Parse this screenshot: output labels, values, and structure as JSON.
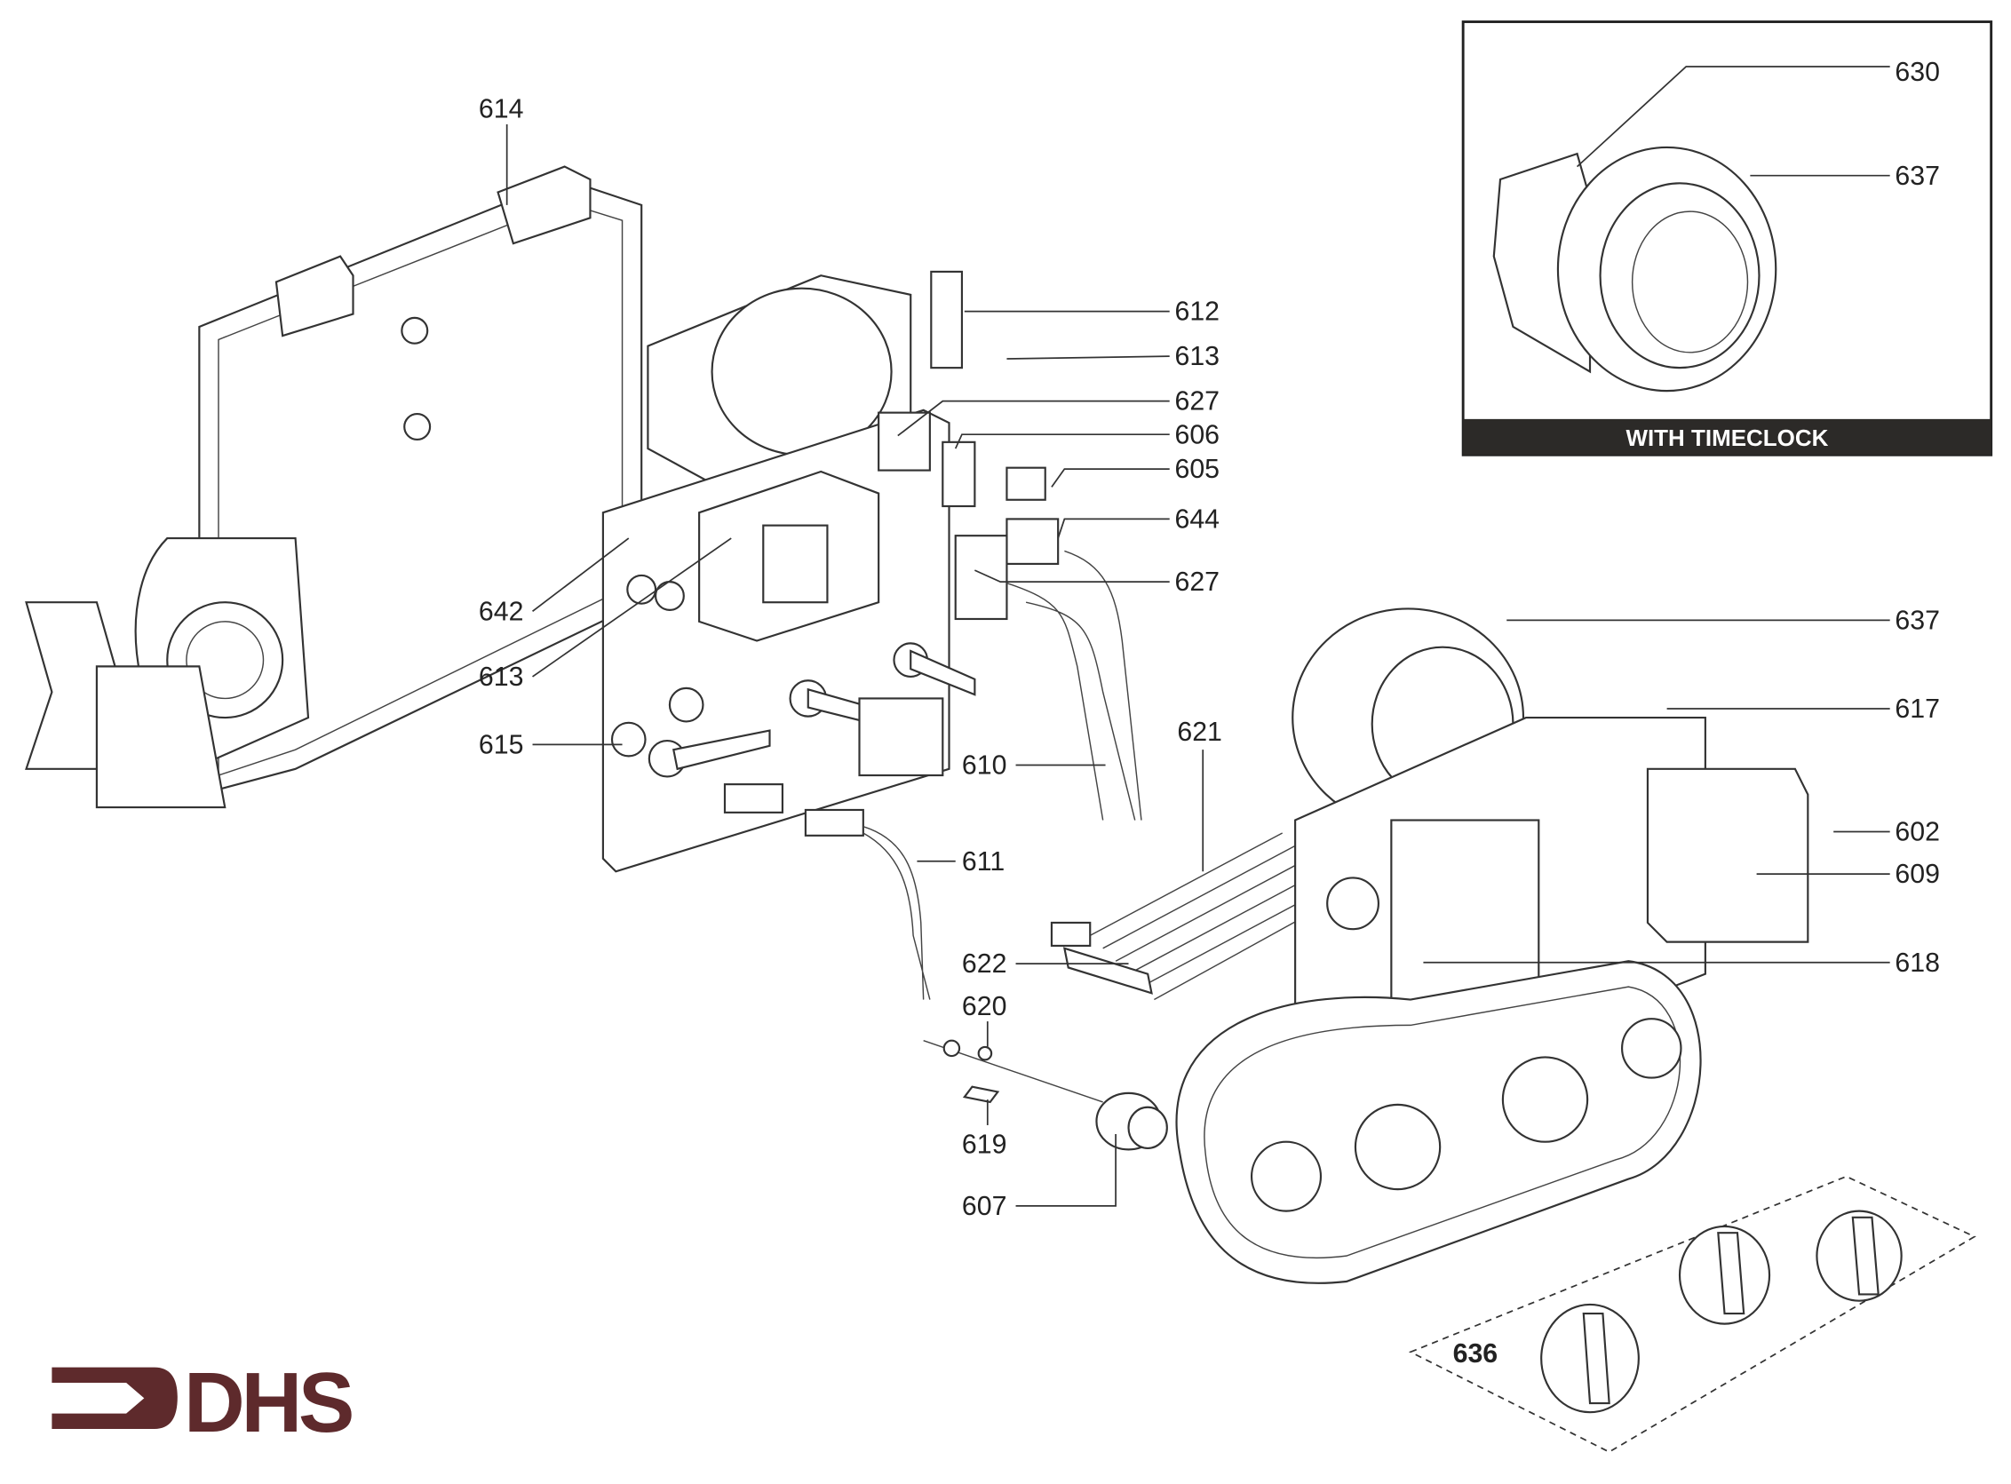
{
  "diagram": {
    "type": "exploded-parts-diagram",
    "labels": [
      "614",
      "612",
      "613",
      "627",
      "606",
      "605",
      "644",
      "627",
      "642",
      "613",
      "615",
      "610",
      "621",
      "611",
      "622",
      "620",
      "619",
      "607",
      "637",
      "617",
      "602",
      "609",
      "618",
      "636"
    ],
    "inset": {
      "labels": [
        "630",
        "637"
      ],
      "caption": "WITH TIMECLOCK"
    },
    "logo": {
      "text": "DHS",
      "color": "#5e2a2c"
    }
  }
}
